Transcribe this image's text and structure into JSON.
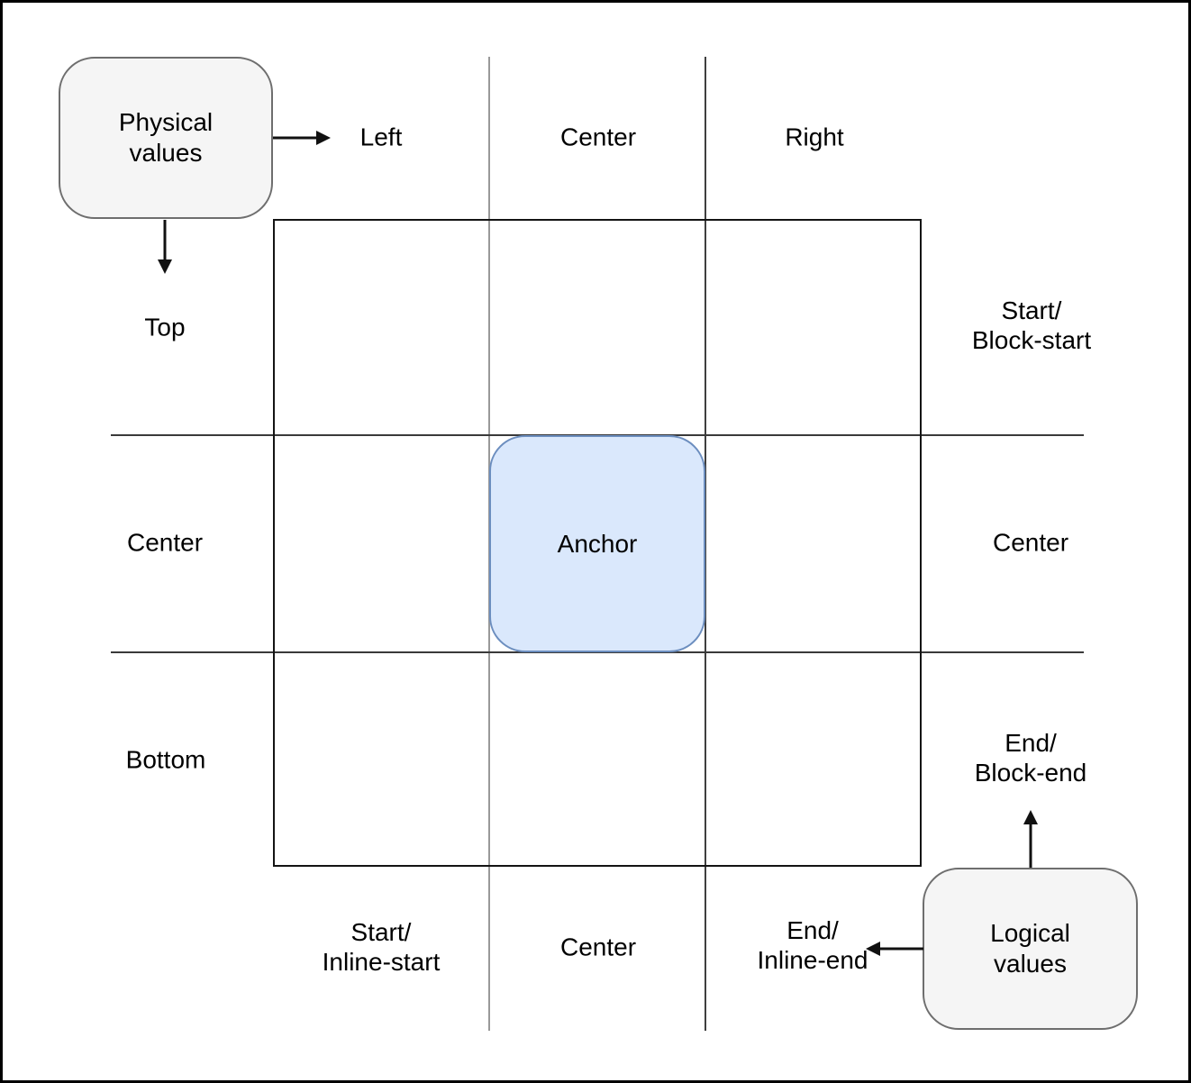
{
  "title": "Anchor positioning: physical and logical values diagram",
  "colors": {
    "background": "#ffffff",
    "outer_border": "#000000",
    "grid_line_light": "#999999",
    "grid_line_dark": "#3f3f3f",
    "inner_rect_stroke": "#141414",
    "value_box_fill": "#f5f5f5",
    "value_box_stroke": "#6e6e6e",
    "anchor_fill": "#dae8fc",
    "anchor_stroke": "#6c8ebf",
    "text": "#000000",
    "arrow": "#111111"
  },
  "boxes": {
    "physical": {
      "label": "Physical\nvalues"
    },
    "logical": {
      "label": "Logical\nvalues"
    },
    "anchor": {
      "label": "Anchor"
    }
  },
  "labels": {
    "top_row": {
      "left": "Left",
      "center": "Center",
      "right": "Right"
    },
    "left_column": {
      "top": "Top",
      "center": "Center",
      "bottom": "Bottom"
    },
    "right_column": {
      "top": "Start/\nBlock-start",
      "center": "Center",
      "bottom": "End/\nBlock-end"
    },
    "bottom_row": {
      "left": "Start/\nInline-start",
      "center": "Center",
      "right": "End/\nInline-end"
    }
  }
}
